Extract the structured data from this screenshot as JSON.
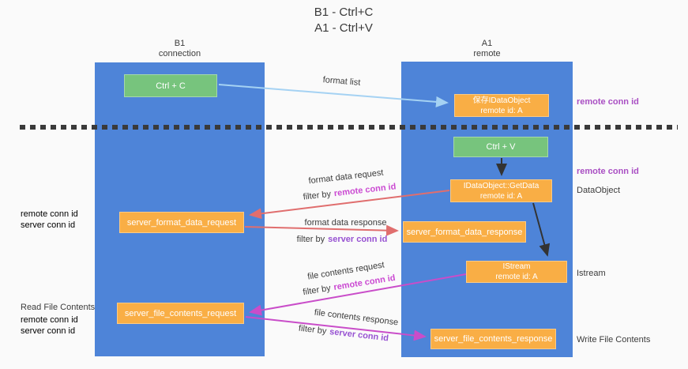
{
  "title": {
    "line1": "B1 - Ctrl+C",
    "line2": "A1 - Ctrl+V"
  },
  "columns": {
    "left": {
      "title": "B1",
      "subtitle": "connection"
    },
    "right": {
      "title": "A1",
      "subtitle": "remote"
    }
  },
  "nodes": {
    "ctrl_c": "Ctrl + C",
    "ctrl_v": "Ctrl + V",
    "save_idataobject_line1": "保存IDataObject",
    "save_idataobject_line2": "remote id: A",
    "getdata_line1": "IDataObject::GetData",
    "getdata_line2": "remote id: A",
    "istream_line1": "IStream",
    "istream_line2": "remote id: A",
    "server_format_data_request": "server_format_data_request",
    "server_format_data_response": "server_format_data_response",
    "server_file_contents_request": "server_file_contents_request",
    "server_file_contents_response": "server_file_contents_response"
  },
  "edges": {
    "format_list": "format list",
    "format_data_request": "format data request",
    "format_data_response": "format data response",
    "file_contents_request": "file contents request",
    "file_contents_response": "file contents response",
    "filter_by": "filter by",
    "remote_conn_id": "remote conn id",
    "server_conn_id": "server conn id"
  },
  "annotations": {
    "remote_conn_id": "remote conn id",
    "server_conn_id": "server conn id",
    "dataobject": "DataObject",
    "istream": "Istream",
    "read_file_contents": "Read File Contents",
    "write_file_contents": "Write File Contents"
  },
  "colors": {
    "column_blue": "#4e84d8",
    "box_green": "#77c47d",
    "box_orange": "#f9ae45",
    "arrow_light_blue": "#a5d2f3",
    "arrow_black": "#333333",
    "arrow_salmon": "#e06e6e",
    "arrow_magenta": "#c94dc9",
    "label_purple": "#a94fc3",
    "label_green": "#61a75e",
    "filter_remote_magenta": "#cb4ad2",
    "filter_server_purple": "#9752d2"
  }
}
